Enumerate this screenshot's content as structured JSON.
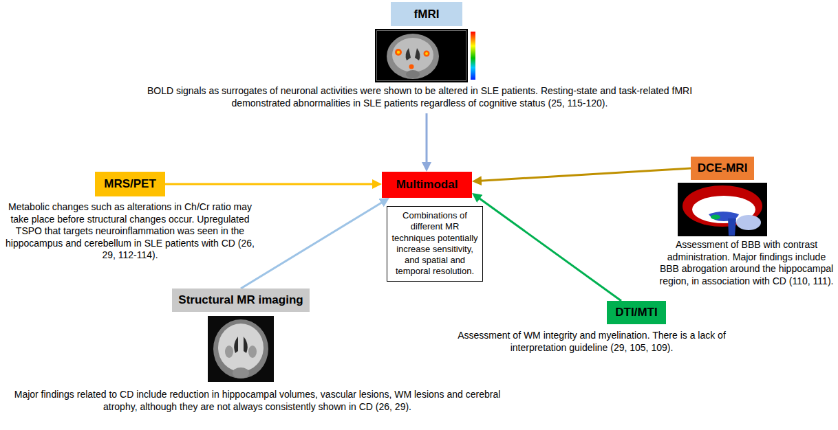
{
  "diagram": {
    "nodes": [
      {
        "text": [
          "fMRI",
          "BOLD signals as surrogates of neuronal activities were shown to be altered in SLE patients. Resting-state and task-related fMRI demonstrated abnormalities in SLE patients regardless of cognitive status (25, 115-120)."
        ]
      },
      {
        "text": [
          "MRS/PET",
          "Metabolic changes such as alterations in Ch/Cr ratio may take place before structural changes occur. Upregulated TSPO that targets neuroinflammation was seen in the hippocampus and cerebellum in SLE patients with CD (26, 29, 112-114)."
        ]
      },
      {
        "text": [
          "Multimodal"
        ]
      },
      {
        "text": [
          "DCE-MRI",
          "Assessment of BBB with contrast administration. Major findings include BBB abrogation around the hippocampal region, in association with CD (110, 111)."
        ]
      },
      {
        "text": [
          "Combinations of different MR techniques potentially increase sensitivity, and spatial and temporal resolution."
        ]
      },
      {
        "text": [
          "Structural MR imaging",
          "Major findings related to CD include reduction in hippocampal volumes, vascular lesions, WM lesions and cerebral atrophy, although they are not always consistently shown in CD (26, 29)."
        ]
      },
      {
        "text": [
          "DTI/MTI",
          "Assessment of WM integrity and myelination. There is a lack of interpretation guideline (29, 105, 109)."
        ]
      }
    ],
    "edges": [
      {
        "from": 0,
        "to": 2,
        "arrow": "to"
      },
      {
        "from": 1,
        "to": 2,
        "arrow": "to"
      },
      {
        "from": 3,
        "to": 2,
        "arrow": "to"
      },
      {
        "from": 5,
        "to": 2,
        "arrow": "to"
      },
      {
        "from": 6,
        "to": 2,
        "arrow": "to"
      }
    ]
  }
}
